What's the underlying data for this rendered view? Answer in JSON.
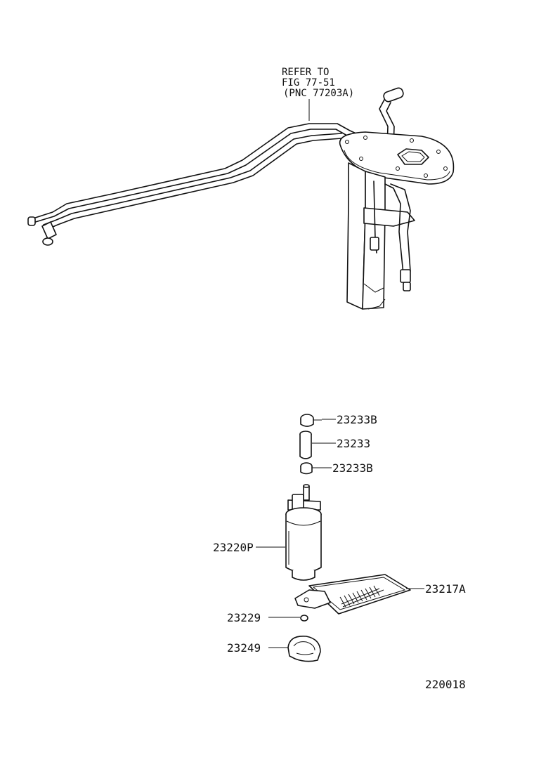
{
  "reference_note": {
    "line1": "REFER TO",
    "line2": "FIG 77-51",
    "line3": "(PNC 77203A)"
  },
  "parts": {
    "clamp_upper": "23233B",
    "hose": "23233",
    "clamp_lower": "23233B",
    "fuel_pump": "23220P",
    "filter": "23217A",
    "clip": "23229",
    "cushion": "23249"
  },
  "figure_number": "220018"
}
